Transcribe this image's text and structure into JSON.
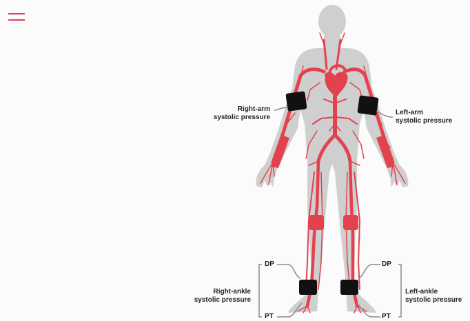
{
  "menu": {
    "icon": "hamburger-icon",
    "accent": "#e2424e"
  },
  "labels": {
    "right_arm": {
      "line1": "Right-arm",
      "line2": "systolic pressure"
    },
    "left_arm": {
      "line1": "Left-arm",
      "line2": "systolic pressure"
    },
    "right_ankle": {
      "line1": "Right-ankle",
      "line2": "systolic pressure"
    },
    "left_ankle": {
      "line1": "Left-ankle",
      "line2": "systolic pressure"
    },
    "dp": "DP",
    "pt": "PT"
  },
  "colors": {
    "body": "#cfcfcf",
    "vessel": "#e2424e",
    "cuff": "#111111",
    "leader": "#8a8a8a"
  }
}
